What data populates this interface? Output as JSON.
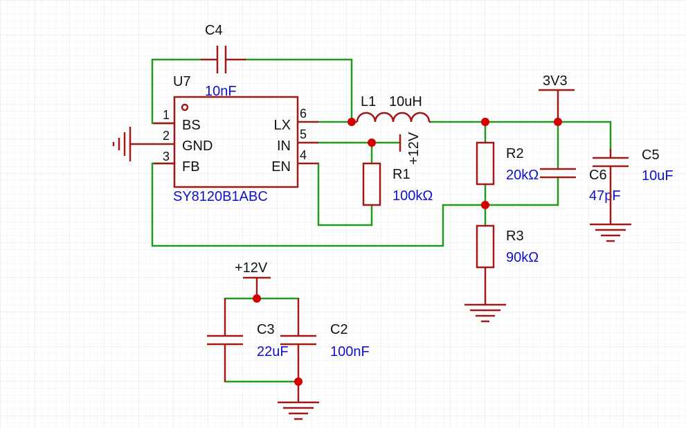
{
  "ic": {
    "ref": "U7",
    "value": "SY8120B1ABC",
    "pins": [
      {
        "num": "1",
        "name": "BS"
      },
      {
        "num": "2",
        "name": "GND"
      },
      {
        "num": "3",
        "name": "FB"
      },
      {
        "num": "6",
        "name": "LX"
      },
      {
        "num": "5",
        "name": "IN"
      },
      {
        "num": "4",
        "name": "EN"
      }
    ]
  },
  "components": {
    "c4": {
      "ref": "C4",
      "value": "10nF"
    },
    "l1": {
      "ref": "L1",
      "value": "10uH"
    },
    "r1": {
      "ref": "R1",
      "value": "100kΩ"
    },
    "r2": {
      "ref": "R2",
      "value": "20kΩ"
    },
    "r3": {
      "ref": "R3",
      "value": "90kΩ"
    },
    "c5": {
      "ref": "C5",
      "value": "10uF"
    },
    "c6": {
      "ref": "C6",
      "value": "47pF"
    },
    "c3": {
      "ref": "C3",
      "value": "22uF"
    },
    "c2": {
      "ref": "C2",
      "value": "100nF"
    }
  },
  "nets": {
    "vin_top": "+12V",
    "vin_rot": "+12V",
    "vout": "3V3"
  },
  "colors": {
    "wire": "#1f9a1f",
    "part": "#a01818",
    "junction": "#d40000",
    "value_text": "#1010c8",
    "grid": "#e6e6e6"
  }
}
